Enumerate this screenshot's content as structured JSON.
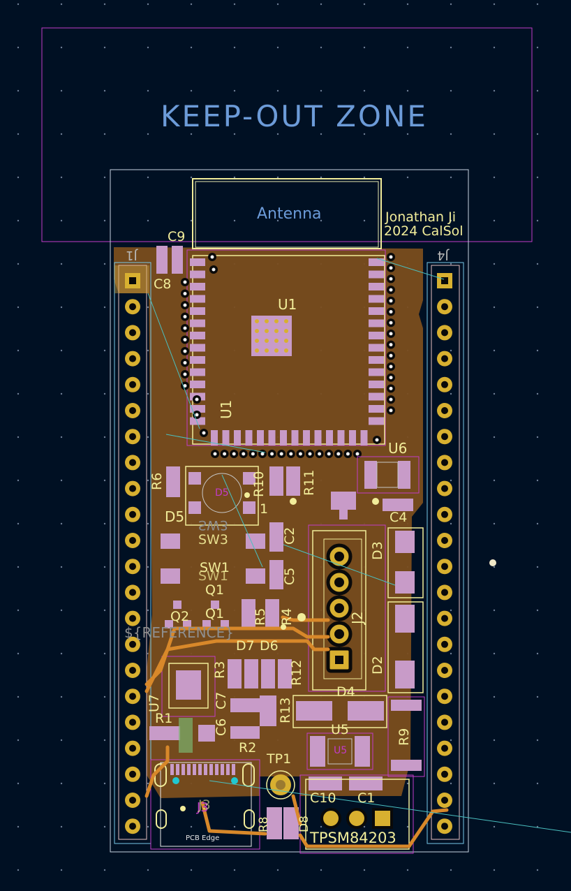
{
  "keepout": {
    "label": "KEEP-OUT ZONE"
  },
  "antenna": {
    "label": "Antenna"
  },
  "credit": {
    "line1": "Jonathan Ji",
    "line2": "2024 CalSol"
  },
  "references": {
    "C9": "C9",
    "C8": "C8",
    "U1": "U1",
    "U6": "U6",
    "C4": "C4",
    "R6": "R6",
    "D5": "D5",
    "D5_pin": "1",
    "R10": "R10",
    "R11": "R11",
    "SW3": "SW3",
    "SW1": "SW1",
    "C2": "C2",
    "C5": "C5",
    "D3": "D3",
    "Q1": "Q1",
    "Q2": "Q2",
    "R5": "R5",
    "R4": "R4",
    "J2": "J2",
    "ref_field": "${REFERENCE}",
    "D7": "D7",
    "D6": "D6",
    "R3": "R3",
    "R12": "R12",
    "D2": "D2",
    "U7": "U7",
    "C7": "C7",
    "C6": "C6",
    "R13": "R13",
    "D4": "D4",
    "R1": "R1",
    "R2": "R2",
    "U5": "U5",
    "R9": "R9",
    "TP1": "TP1",
    "J3": "J3",
    "C10": "C10",
    "C1": "C1",
    "R8": "R8",
    "D8": "D8",
    "TP": "TPSM84203",
    "J1": "J1",
    "J4": "J4"
  },
  "fab": {
    "pcb_edge": "PCB Edge",
    "U5": "U5",
    "D5": "D5",
    "U6": "U6",
    "U7": "U7",
    "J3": "J3",
    "U1": "U1"
  },
  "colors": {
    "background": "#001023",
    "copper_fill": "#7a4e1d",
    "silkscreen": "#f2ed9a",
    "pad": "#c89bc8",
    "through_hole": "#d8b030",
    "keepout": "#c23cc8",
    "courtyard": "#78c8e8",
    "ratsnest": "#4bc0c0"
  },
  "header_pins": {
    "left_count": 22,
    "right_count": 22
  }
}
